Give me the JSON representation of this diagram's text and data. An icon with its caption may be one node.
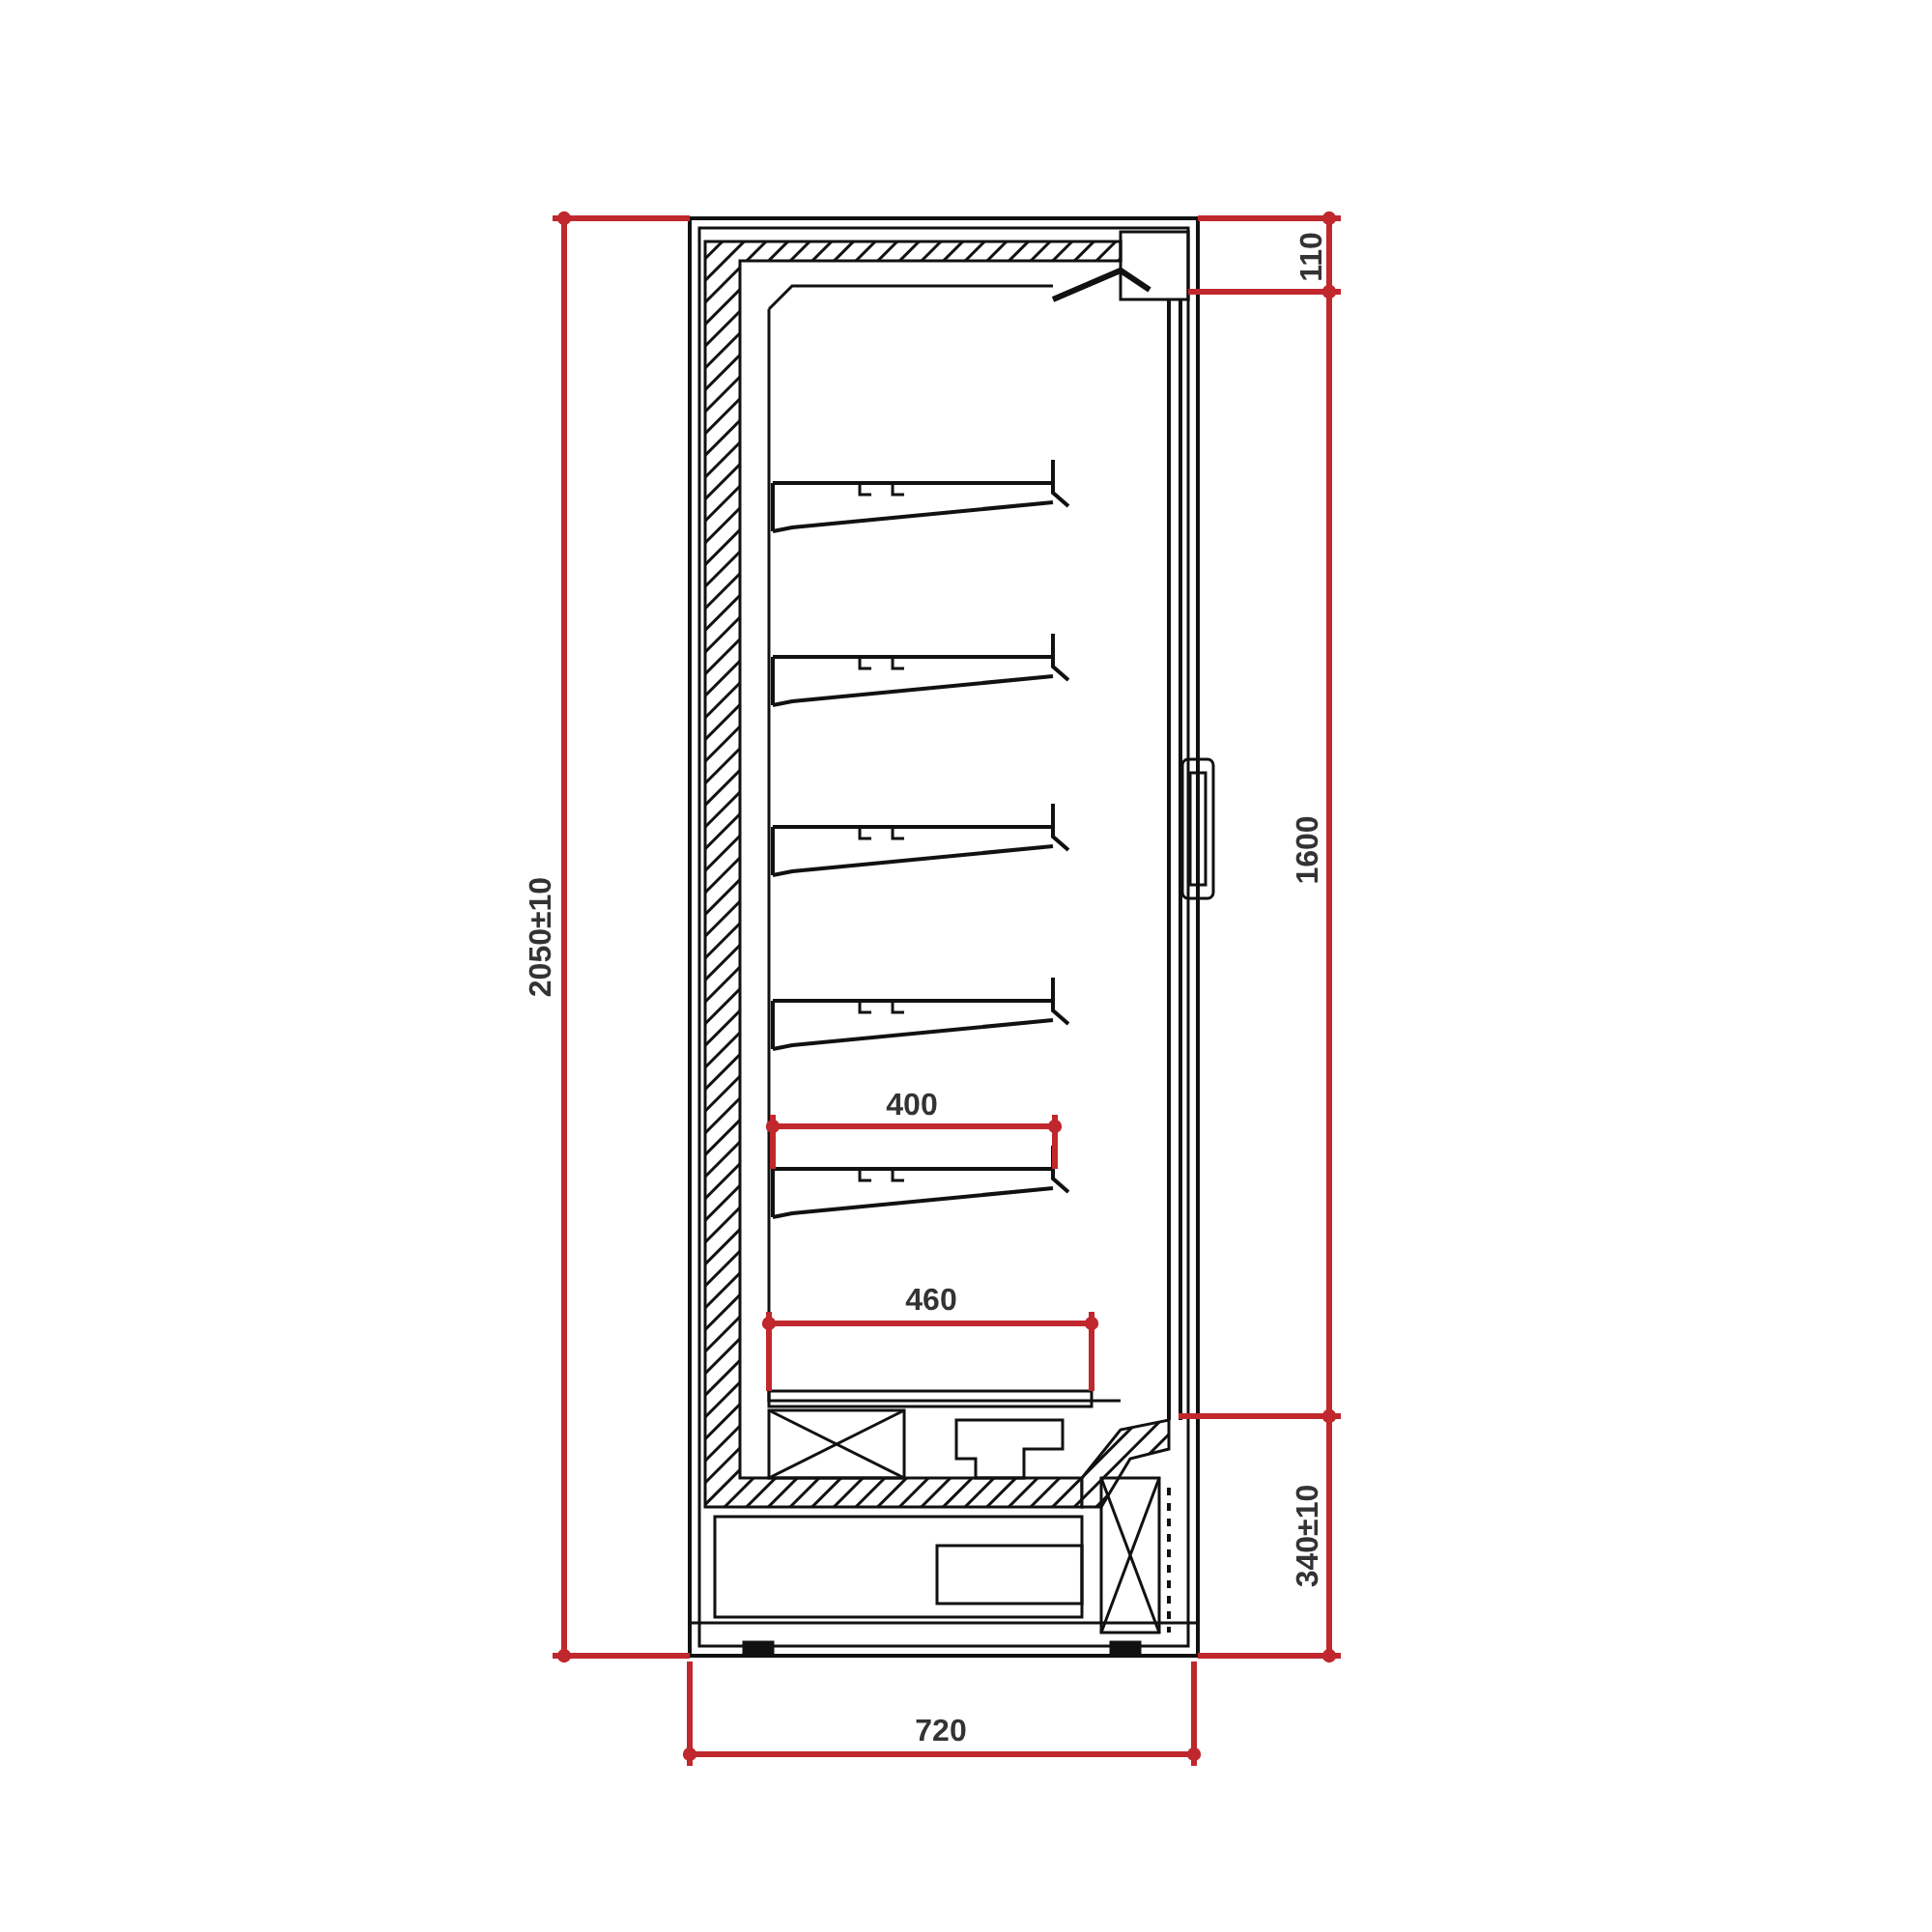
{
  "diagram": {
    "labels": [
      "110",
      "1600",
      "340±10",
      "2050±10",
      "400",
      "460",
      "720"
    ]
  }
}
